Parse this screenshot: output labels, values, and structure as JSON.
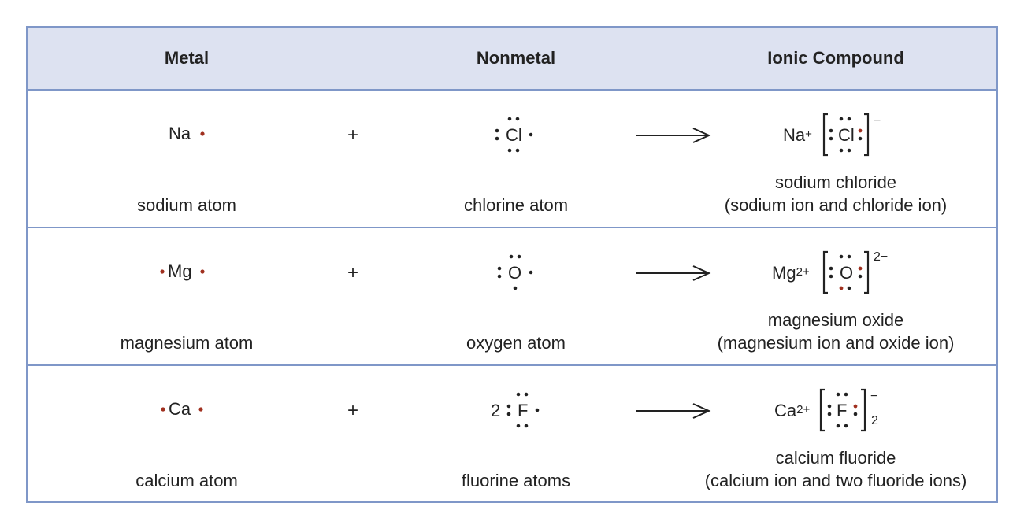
{
  "headers": {
    "metal": "Metal",
    "nonmetal": "Nonmetal",
    "ionic": "Ionic Compound"
  },
  "colors": {
    "border": "#7f97c8",
    "header_bg": "#dde2f1",
    "metal_electron": "#a0301f",
    "electron": "#222222"
  },
  "plus": "+",
  "rows": [
    {
      "metal_symbol": "Na",
      "metal_caption": "sodium atom",
      "nonmetal_symbol": "Cl",
      "nonmetal_caption": "chlorine atom",
      "cation": "Na",
      "cation_charge": "+",
      "anion": "Cl",
      "anion_charge": "−",
      "subscript": "",
      "compound_name": "sodium chloride",
      "compound_detail": "(sodium ion and chloride ion)"
    },
    {
      "metal_symbol": "Mg",
      "metal_caption": "magnesium atom",
      "nonmetal_symbol": "O",
      "nonmetal_caption": "oxygen atom",
      "cation": "Mg",
      "cation_charge": "2+",
      "anion": "O",
      "anion_charge": "2−",
      "subscript": "",
      "compound_name": "magnesium oxide",
      "compound_detail": "(magnesium ion and oxide ion)"
    },
    {
      "metal_symbol": "Ca",
      "metal_caption": "calcium atom",
      "nonmetal_coefficient": "2",
      "nonmetal_symbol": "F",
      "nonmetal_caption": "fluorine atoms",
      "cation": "Ca",
      "cation_charge": "2+",
      "anion": "F",
      "anion_charge": "−",
      "subscript": "2",
      "compound_name": "calcium fluoride",
      "compound_detail": "(calcium ion and two fluoride ions)"
    }
  ]
}
